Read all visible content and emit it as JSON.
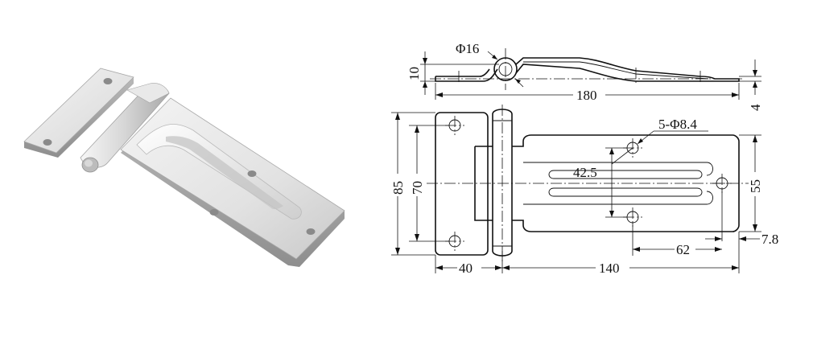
{
  "labels": {
    "phi16": "Φ16",
    "h10": "10",
    "len180": "180",
    "t4": "4",
    "holes": "5-Φ8.4",
    "d42_5": "42.5",
    "h85": "85",
    "h70": "70",
    "h55": "55",
    "w40": "40",
    "w140": "140",
    "d62": "62",
    "d7_8": "7.8"
  },
  "colors": {
    "line": "#111111",
    "metal_light": "#f2f2f2",
    "metal_mid": "#d4d4d4",
    "metal_dark": "#9a9a9a"
  }
}
